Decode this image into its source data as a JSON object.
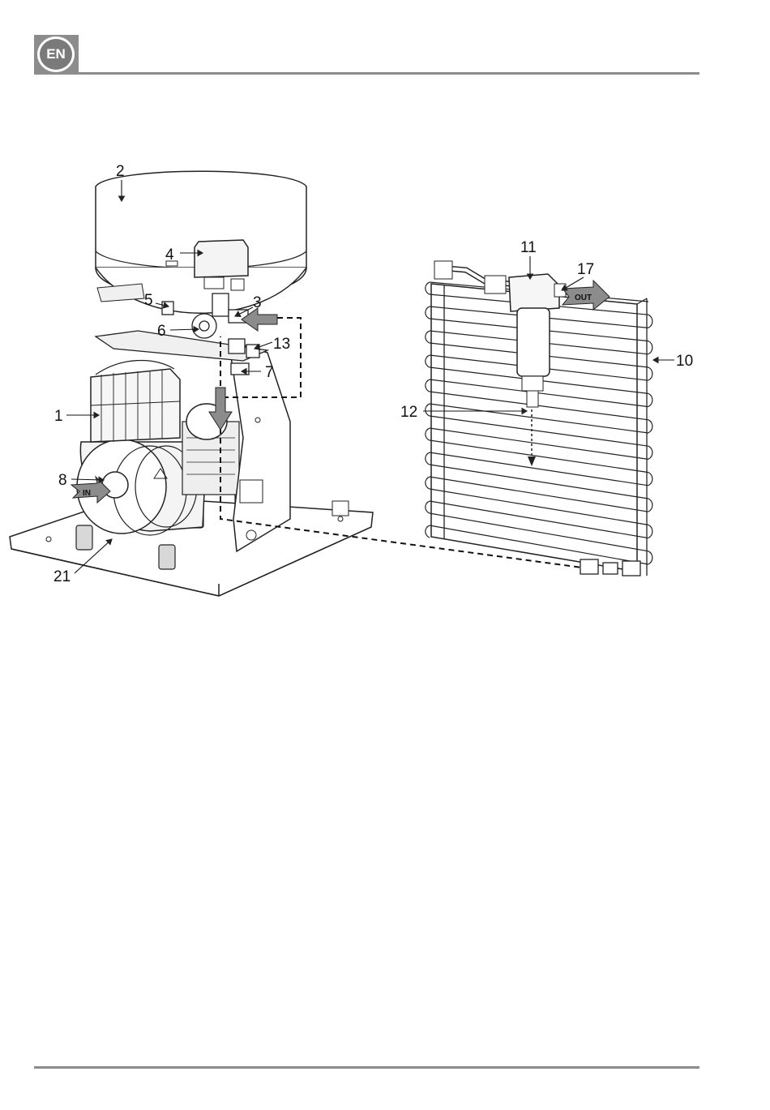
{
  "header": {
    "language_badge": "EN"
  },
  "diagram": {
    "arrow_labels": {
      "in": "IN",
      "out": "OUT"
    },
    "callouts": [
      {
        "id": "c1",
        "text": "1"
      },
      {
        "id": "c2",
        "text": "2"
      },
      {
        "id": "c3",
        "text": "3"
      },
      {
        "id": "c4",
        "text": "4"
      },
      {
        "id": "c5",
        "text": "5"
      },
      {
        "id": "c6",
        "text": "6"
      },
      {
        "id": "c7",
        "text": "7"
      },
      {
        "id": "c8",
        "text": "8"
      },
      {
        "id": "c10",
        "text": "10"
      },
      {
        "id": "c11",
        "text": "11"
      },
      {
        "id": "c12",
        "text": "12"
      },
      {
        "id": "c13",
        "text": "13"
      },
      {
        "id": "c17",
        "text": "17"
      },
      {
        "id": "c21",
        "text": "21"
      }
    ]
  }
}
